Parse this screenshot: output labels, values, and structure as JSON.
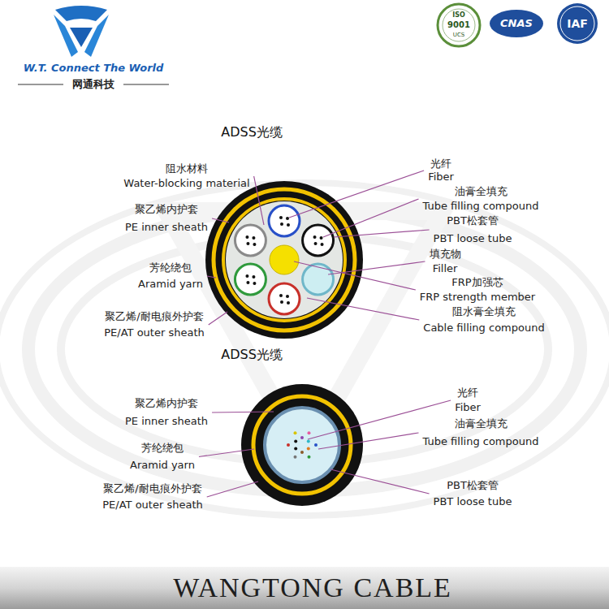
{
  "diagram": {
    "labels": [
      "W.T. Connect The World",
      "网通科技",
      "ISO",
      "9001",
      "UCS",
      "CNAS",
      "IAF",
      "ADSS光缆",
      "阻水材料",
      "Water-blocking material",
      "聚乙烯内护套",
      "PE inner sheath",
      "芳纶绕包",
      "Aramid yarn",
      "聚乙烯/耐电痕外护套",
      "PE/AT outer sheath",
      "光纤",
      "Fiber",
      "油膏全填充",
      "Tube filling compound",
      "PBT松套管",
      "PBT loose tube",
      "填充物",
      "Filler",
      "FRP加强芯",
      "FRP strength member",
      "阻水膏全填充",
      "Cable filling compound",
      "ADSS光缆",
      "聚乙烯内护套",
      "PE inner sheath",
      "芳纶绕包",
      "Aramid yarn",
      "聚乙烯/耐电痕外护套",
      "PE/AT outer sheath",
      "光纤",
      "Fiber",
      "油膏全填充",
      "Tube filling compound",
      "PBT松套管",
      "PBT loose tube",
      "WANGTONG CABLE"
    ]
  }
}
